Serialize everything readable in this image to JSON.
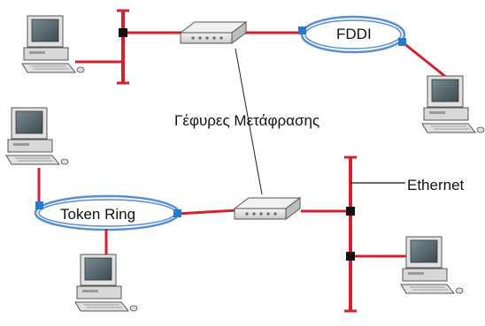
{
  "labels": {
    "fddi": "FDDI",
    "bridges": "Γέφυρες Μετάφρασης",
    "ethernet": "Ethernet",
    "token_ring": "Token Ring"
  },
  "colors": {
    "cable": "#d1222f",
    "ring": "#5a8fd0",
    "connector": "#2a78c8",
    "tap": "#111111"
  },
  "icons": [
    "computer-icon",
    "bridge-device-icon"
  ]
}
